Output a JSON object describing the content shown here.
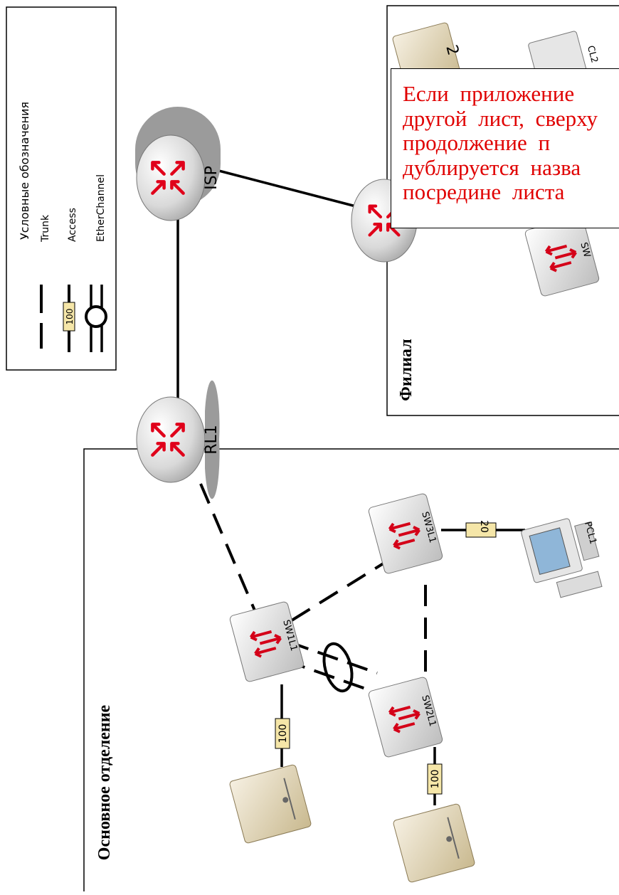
{
  "legend": {
    "title": "Условные обозначения",
    "items": [
      {
        "label": "Trunk"
      },
      {
        "label": "Access",
        "tag": "100"
      },
      {
        "label": "EtherChannel"
      }
    ]
  },
  "zones": {
    "branch_title": "Филиал",
    "main_title": "Основное отделение"
  },
  "devices": {
    "isp": "ISP",
    "rl1": "RL1",
    "sw1": "SW1L1",
    "sw2": "SW2L1",
    "sw3": "SW3L1",
    "pc1": "PCL1",
    "branch_switch": "SW",
    "branch_server": "2",
    "branch_pc": "CL2"
  },
  "links": {
    "server1_vlan": "100",
    "server2_vlan": "100",
    "pc1_vlan": "20"
  },
  "note": {
    "lines": [
      "Если приложение",
      "другой лист, сверху",
      "продолжение п",
      "дублируется назва",
      "посредине листа"
    ]
  },
  "colors": {
    "router_arrows": "#e0001a",
    "note_text": "#e00000",
    "vlan_tag": "#f5e6a8",
    "server_body": "#e6dcc4"
  }
}
